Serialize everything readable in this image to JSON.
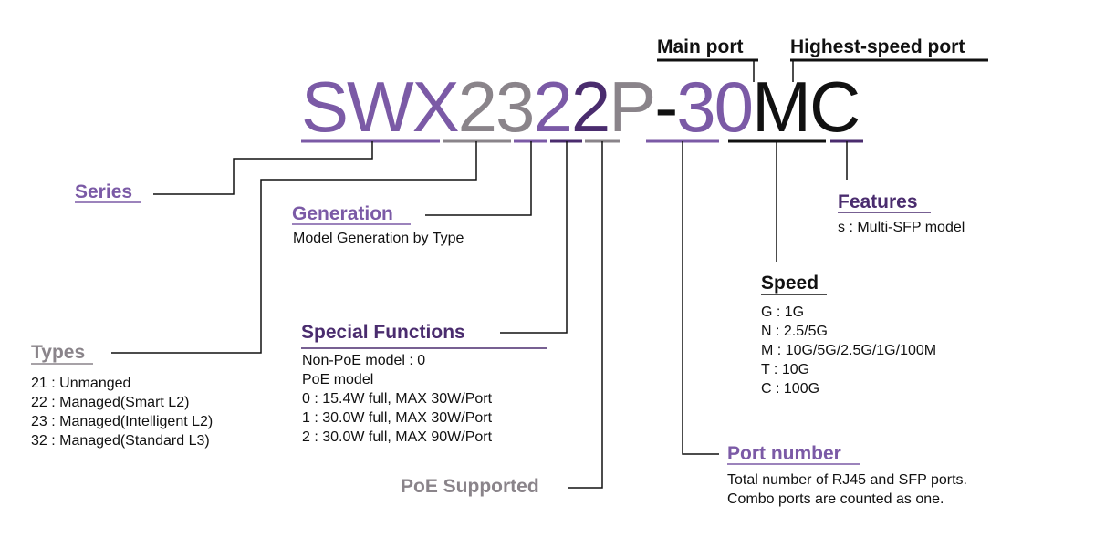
{
  "model": {
    "parts": [
      {
        "text": "SWX",
        "color": "#7b5aa6"
      },
      {
        "text": "23",
        "color": "#8a848a"
      },
      {
        "text": "2",
        "color": "#7b5aa6"
      },
      {
        "text": "2",
        "color": "#4a2c6e"
      },
      {
        "text": "P",
        "color": "#8a848a"
      },
      {
        "text": "-",
        "color": "#111111"
      },
      {
        "text": "30",
        "color": "#7b5aa6"
      },
      {
        "text": "M",
        "color": "#111111"
      },
      {
        "text": "C",
        "color": "#111111"
      }
    ]
  },
  "top_labels": {
    "main_port": "Main port",
    "highest_speed_port": "Highest-speed port"
  },
  "series": {
    "title": "Series"
  },
  "generation": {
    "title": "Generation",
    "desc": "Model Generation by Type"
  },
  "types": {
    "title": "Types",
    "items": [
      "21 : Unmanged",
      "22 : Managed(Smart L2)",
      "23 : Managed(Intelligent L2)",
      "32 : Managed(Standard L3)"
    ]
  },
  "special": {
    "title": "Special Functions",
    "items": [
      "Non-PoE model : 0",
      "PoE model",
      "0 : 15.4W full, MAX 30W/Port",
      "1 : 30.0W full, MAX 30W/Port",
      "2 : 30.0W full, MAX 90W/Port"
    ]
  },
  "poe": {
    "title": "PoE Supported"
  },
  "port_number": {
    "title": "Port number",
    "items": [
      "Total number of RJ45 and SFP ports.",
      "Combo ports are counted as one."
    ]
  },
  "speed": {
    "title": "Speed",
    "items": [
      "G : 1G",
      "N : 2.5/5G",
      "M : 10G/5G/2.5G/1G/100M",
      "T : 10G",
      "C : 100G"
    ]
  },
  "features": {
    "title": "Features",
    "desc": "s : Multi-SFP model"
  },
  "colors": {
    "purple": "#7b5aa6",
    "dark_purple": "#4a2c6e",
    "gray": "#8a848a",
    "black": "#111111"
  }
}
